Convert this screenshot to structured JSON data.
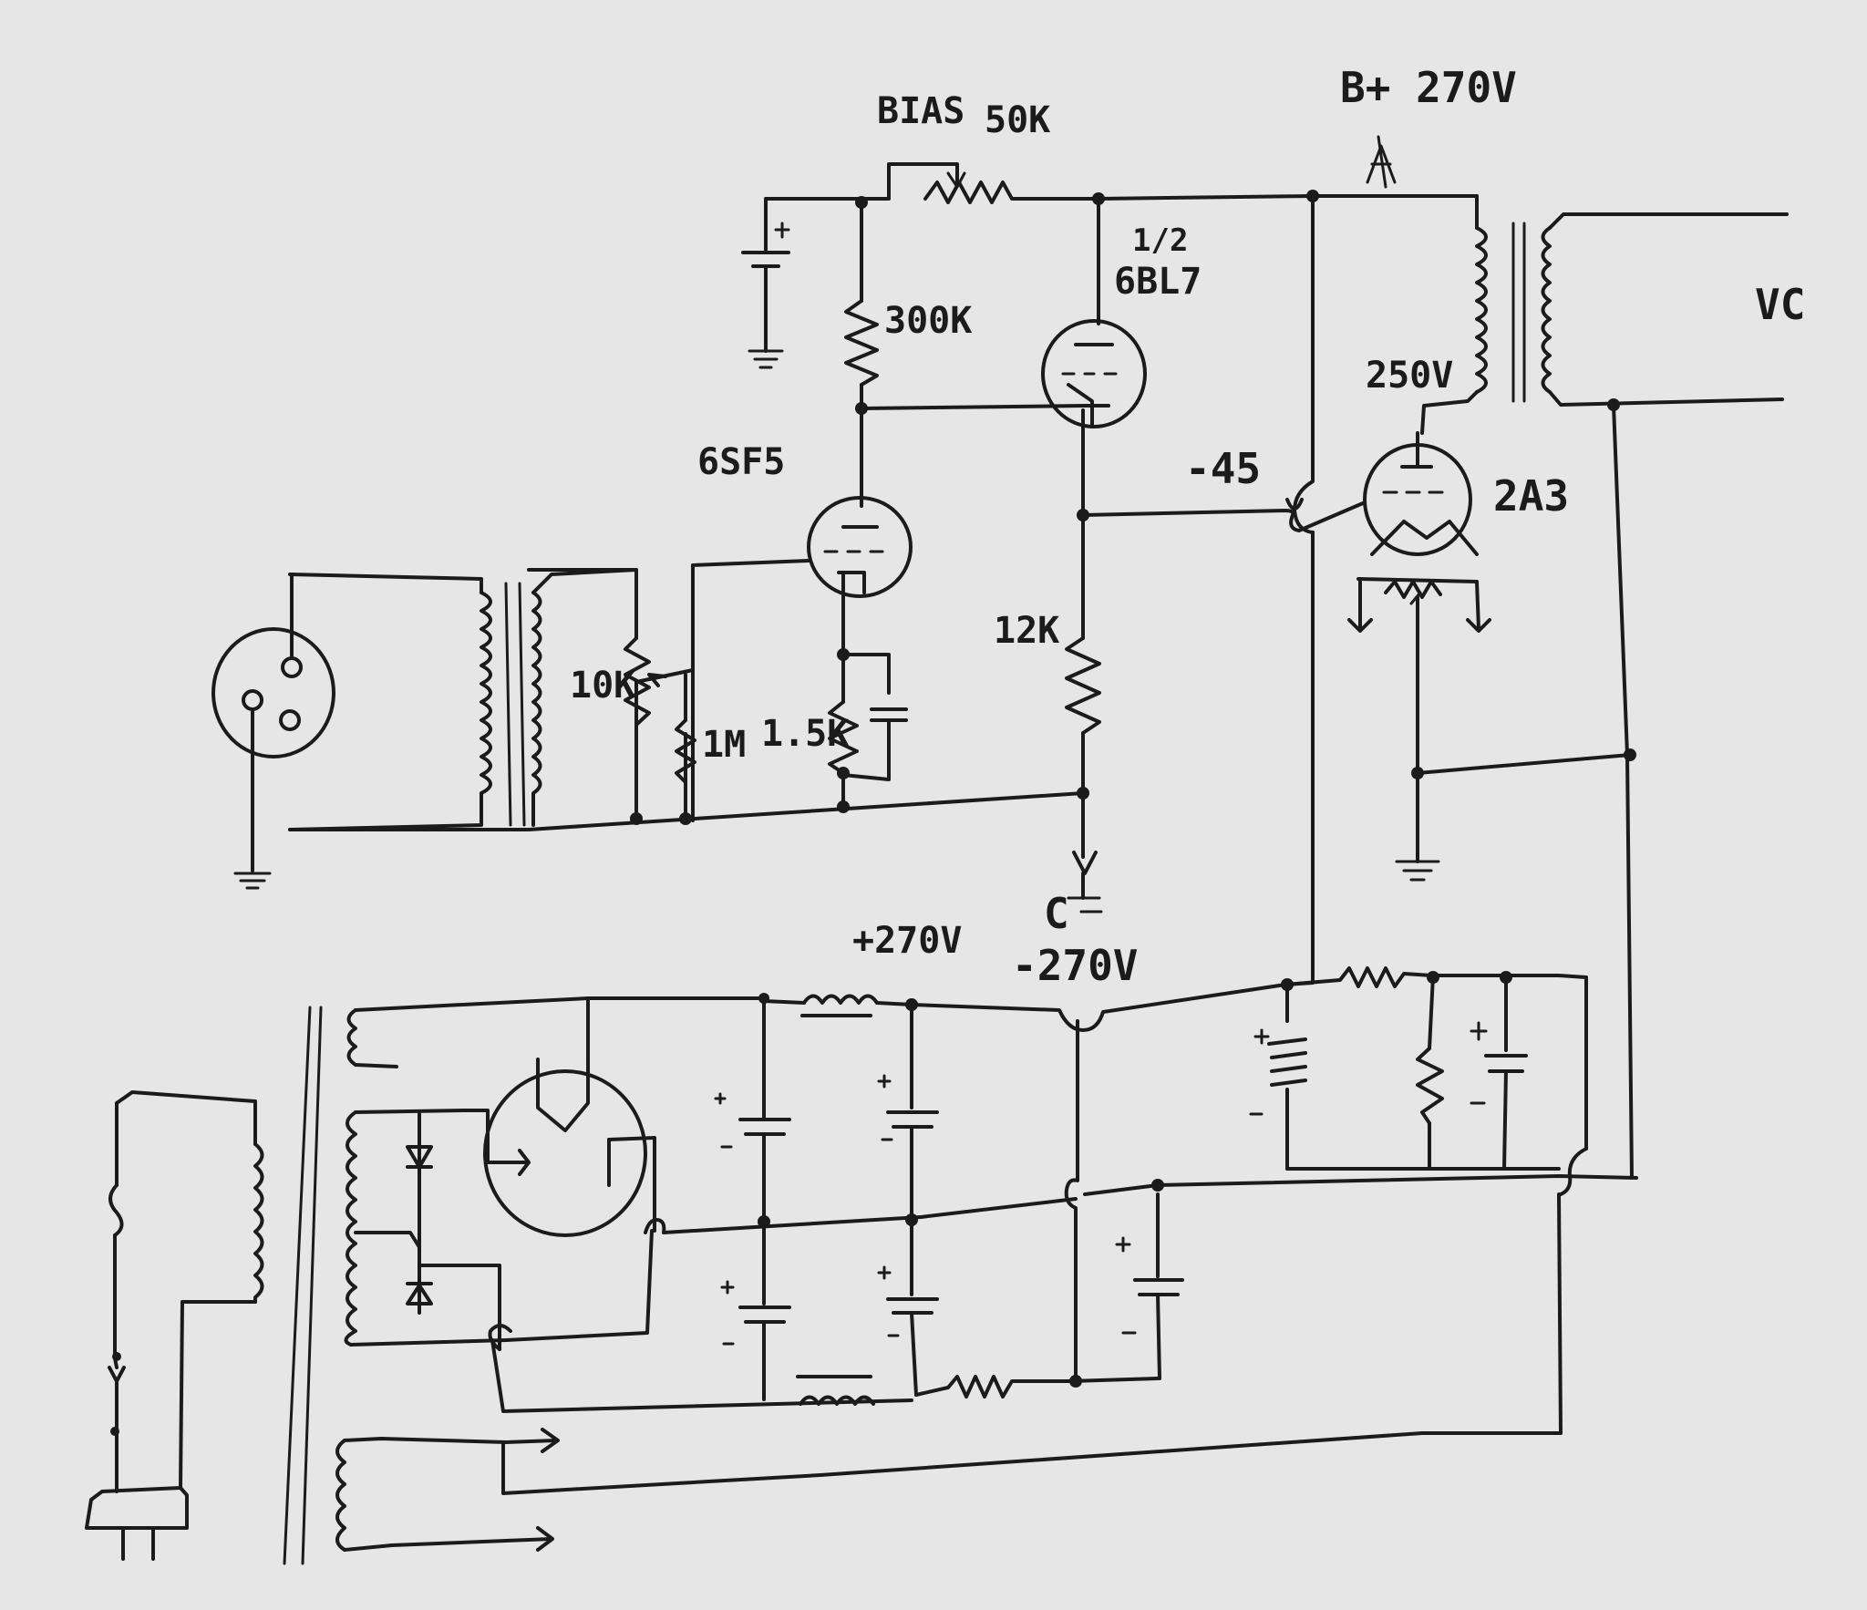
{
  "diagram": {
    "labels": {
      "bias": "BIAS",
      "bias_pot": "50K",
      "bplus": "B+ 270V",
      "half": "1/2",
      "tube_6bl7": "6BL7",
      "r_300k": "300K",
      "tube_6sf5": "6SF5",
      "v_250": "250V",
      "v_minus45": "-45",
      "tube_2a3": "2A3",
      "vc": "VC",
      "r_12k": "12K",
      "pot_10k": "10K",
      "r_1m": "1M",
      "r_1k5": "1.5K",
      "cap_c": "C",
      "v_plus270": "+270V",
      "v_minus270": "-270V"
    }
  }
}
